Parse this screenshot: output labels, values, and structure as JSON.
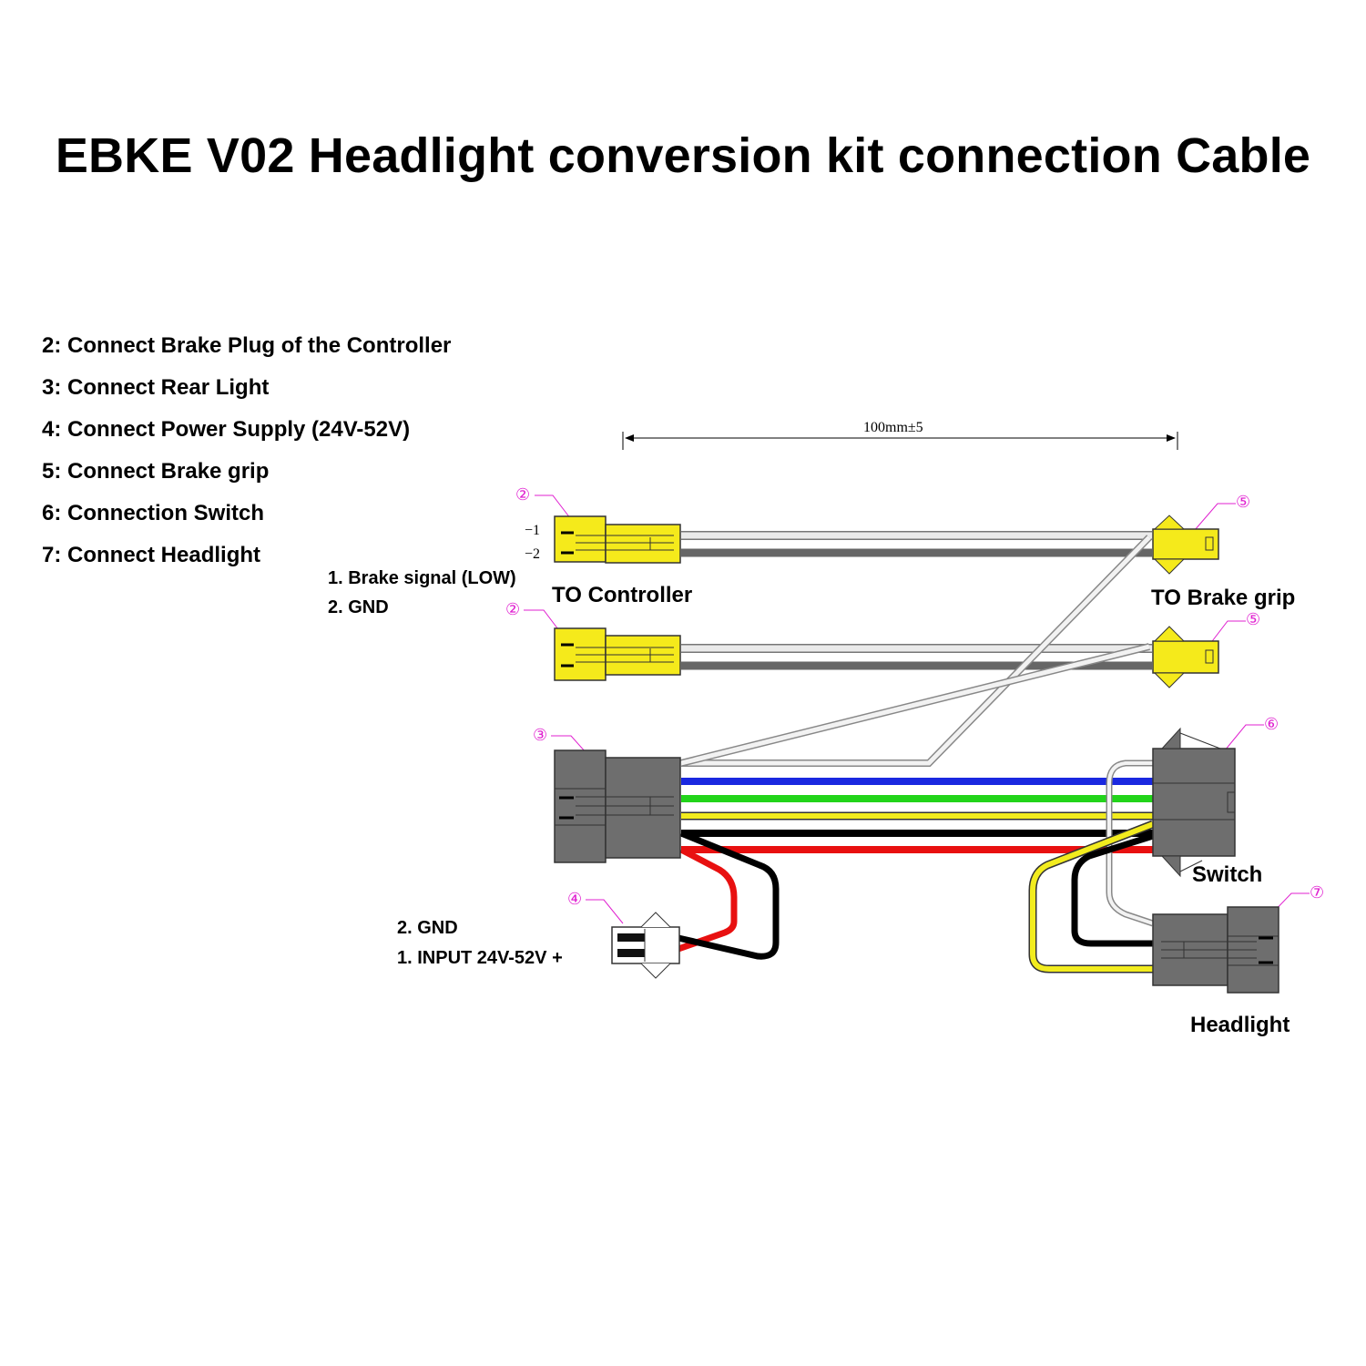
{
  "title": "EBKE V02 Headlight conversion kit connection Cable",
  "legend": [
    "2: Connect Brake Plug of the Controller",
    "3: Connect Rear Light",
    "4: Connect Power Supply (24V-52V)",
    "5: Connect Brake grip",
    "6: Connection Switch",
    "7: Connect Headlight"
  ],
  "brake_pins": {
    "pin1": "1. Brake signal (LOW)",
    "pin2": "2. GND"
  },
  "power_pins": {
    "pin2": "2. GND",
    "pin1": "1. INPUT 24V-52V +"
  },
  "labels": {
    "to_controller": "TO Controller",
    "to_brake_grip": "TO Brake grip",
    "switch": "Switch",
    "headlight": "Headlight"
  },
  "dimension": "100mm±5",
  "pin_marks": [
    "−1",
    "−2"
  ],
  "callouts": {
    "c2": "②",
    "c3": "③",
    "c4": "④",
    "c5": "⑤",
    "c6": "⑥",
    "c7": "⑦"
  },
  "colors": {
    "connector_yellow": "#f5ea1b",
    "connector_gray": "#6e6e6e",
    "wire_blue": "#1a28e0",
    "wire_green": "#22d41a",
    "wire_yellow": "#f2ec1e",
    "wire_black": "#000000",
    "wire_red": "#e81010",
    "callout_magenta": "#e020d0"
  }
}
